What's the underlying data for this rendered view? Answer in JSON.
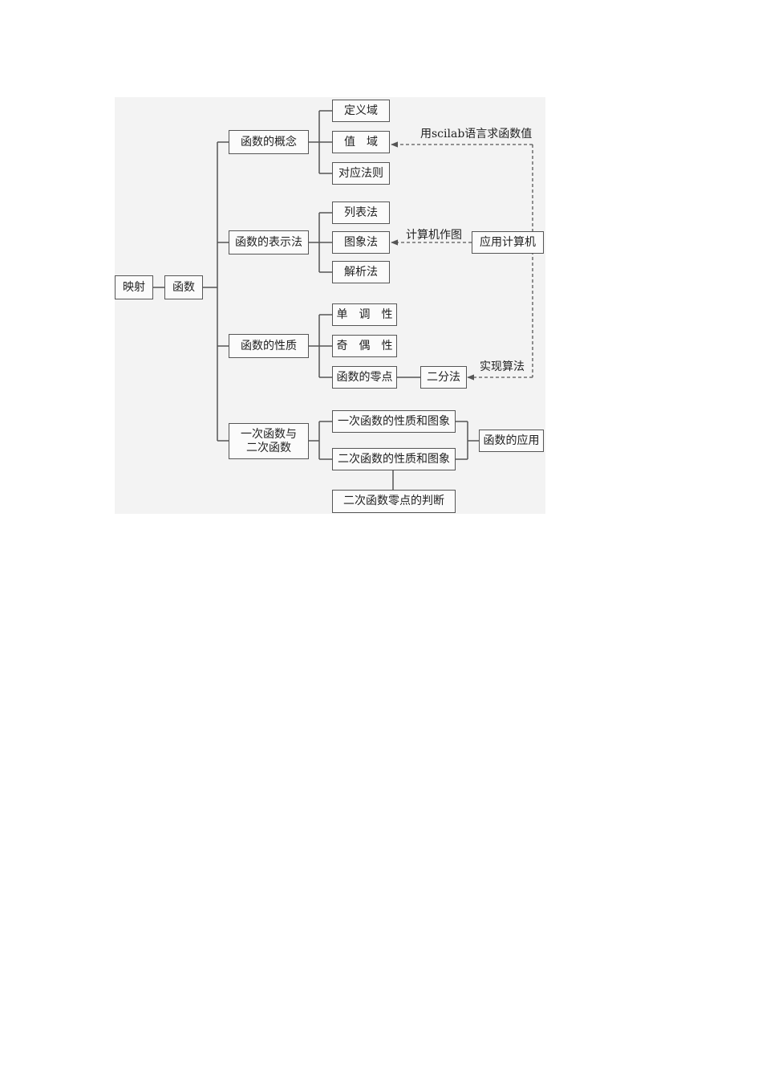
{
  "nodes": {
    "mapping": "映射",
    "function": "函数",
    "concept": "函数的概念",
    "domain": "定义域",
    "range": "值　域",
    "rule": "对应法则",
    "representation": "函数的表示法",
    "list_method": "列表法",
    "graph_method": "图象法",
    "analytic_method": "解析法",
    "properties": "函数的性质",
    "monotonicity": "单　调　性",
    "parity": "奇　偶　性",
    "zeros": "函数的零点",
    "bisection": "二分法",
    "linear_quadratic": "一次函数与\n二次函数",
    "linear_props": "一次函数的性质和图象",
    "quadratic_props": "二次函数的性质和图象",
    "quadratic_zero": "二次函数零点的判断",
    "applications": "函数的应用",
    "computer": "应用计算机"
  },
  "edge_labels": {
    "scilab": "用scilab语言求函数值",
    "plot": "计算机作图",
    "algorithm": "实现算法"
  },
  "colors": {
    "line": "#555555",
    "panel": "#f3f3f3",
    "node_fill": "#fbfbfb"
  }
}
